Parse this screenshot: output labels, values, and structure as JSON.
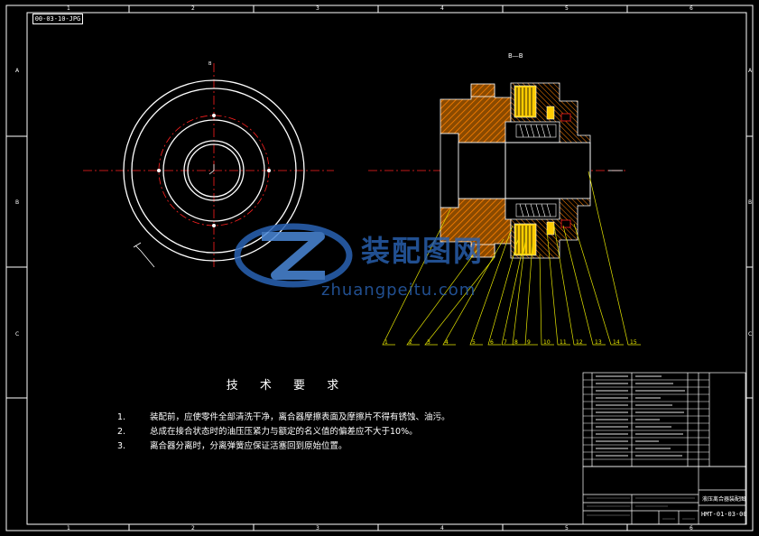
{
  "sheet": {
    "drawing_code_tag": "00-03-10-JPG",
    "drawing_number": "HMT-01-03-00",
    "title_block_name": "液压离合器装配图",
    "section_label": "B—B",
    "view_label": "B",
    "zones_top": [
      "1",
      "2",
      "3",
      "4",
      "5",
      "6"
    ],
    "zones_side": [
      "A",
      "B",
      "C"
    ]
  },
  "technical_requirements": {
    "title": "技 术 要 求",
    "items": [
      {
        "num": "1.",
        "text": "装配前，应使零件全部清洗干净，离合器摩擦表面及摩擦片不得有锈蚀、油污。"
      },
      {
        "num": "2.",
        "text": "总成在接合状态时的油压压紧力与额定的名义值的偏差应不大于10%。"
      },
      {
        "num": "3.",
        "text": "离合器分离时，分离弹簧应保证活塞回到原始位置。"
      }
    ]
  },
  "balloons": [
    "1",
    "2",
    "3",
    "4",
    "5",
    "6",
    "7",
    "8",
    "9",
    "10",
    "11",
    "12",
    "13",
    "14",
    "15"
  ],
  "watermark": {
    "brand": "装配图网",
    "url": "zhuangpeitu.com"
  },
  "colors": {
    "background": "#000000",
    "line": "#ffffff",
    "centerline": "#ff2020",
    "leader": "#e6e600",
    "hatch": "#ff8000",
    "part_fill": "#ffcc00",
    "watermark": "#2a63b4"
  }
}
